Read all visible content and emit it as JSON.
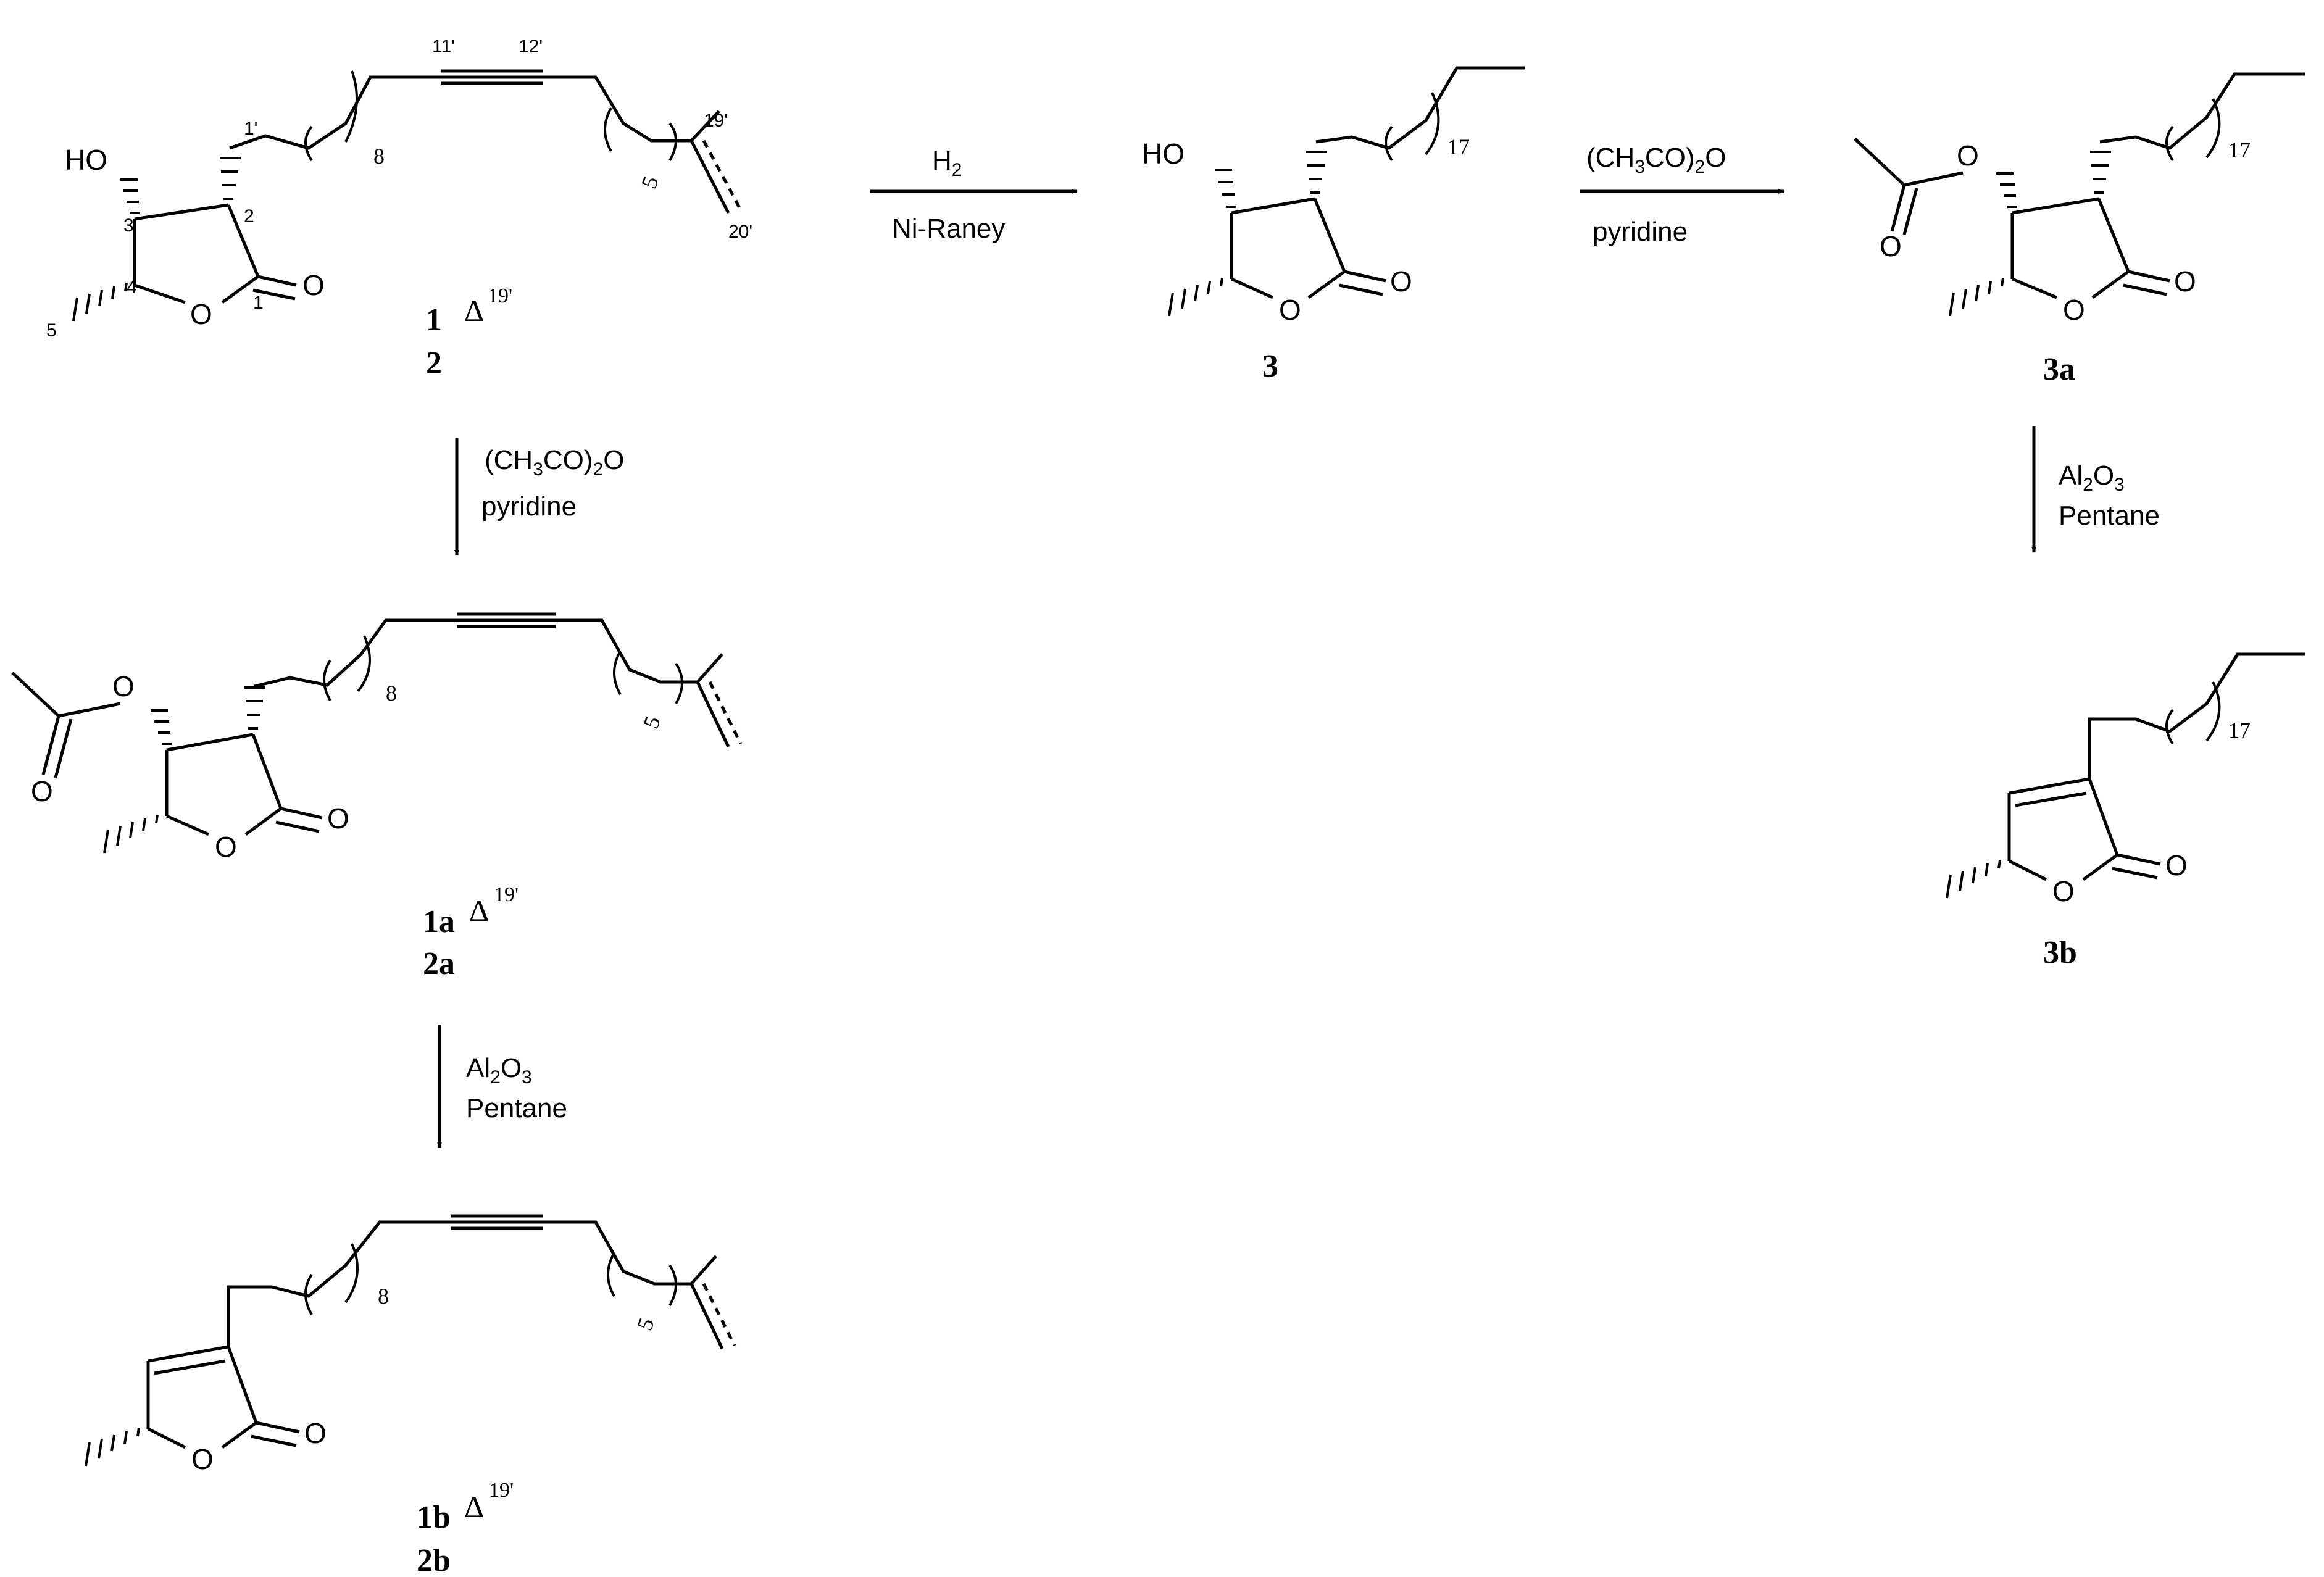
{
  "atoms": {
    "ho": "HO",
    "o": "O"
  },
  "compounds": {
    "c1": "1",
    "c2": "2",
    "c1a": "1a",
    "c2a": "2a",
    "c1b": "1b",
    "c2b": "2b",
    "c3": "3",
    "c3a": "3a",
    "c3b": "3b",
    "delta": "Δ",
    "delta_sup": "19'"
  },
  "numbering": {
    "n1": "1",
    "n2": "2",
    "n3": "3",
    "n4": "4",
    "n5": "5",
    "n1p": "1'",
    "n11p": "11'",
    "n12p": "12'",
    "n19p": "19'",
    "n20p": "20'"
  },
  "repeats": {
    "r8": "8",
    "r5": "5",
    "r17": "17"
  },
  "reagents": {
    "h2": "H",
    "h2_sub": "2",
    "ni_raney": "Ni-Raney",
    "ac2o_a": "(CH",
    "ac2o_sub1": "3",
    "ac2o_b": "CO)",
    "ac2o_sub2": "2",
    "ac2o_c": "O",
    "pyridine": "pyridine",
    "al2o3_a": "Al",
    "al2o3_sub1": "2",
    "al2o3_b": "O",
    "al2o3_sub2": "3",
    "pentane": "Pentane"
  }
}
